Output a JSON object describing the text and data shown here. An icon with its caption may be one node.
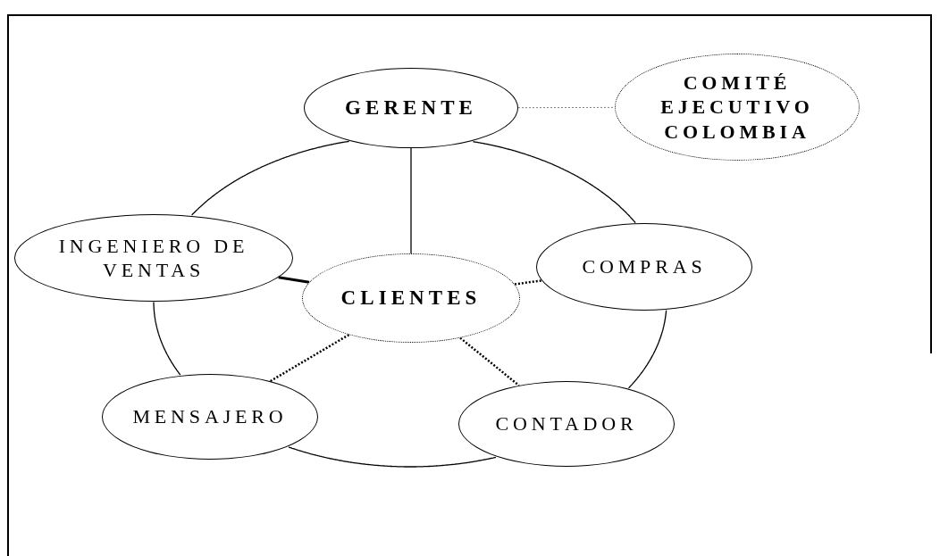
{
  "diagram": {
    "nodes": [
      {
        "text": [
          "GERENTE"
        ]
      },
      {
        "text": [
          "COMITÉ EJECUTIVO COLOMBIA"
        ]
      },
      {
        "text": [
          "INGENIERO DE VENTAS"
        ]
      },
      {
        "text": [
          "CLIENTES"
        ]
      },
      {
        "text": [
          "COMPRAS"
        ]
      },
      {
        "text": [
          "MENSAJERO"
        ]
      },
      {
        "text": [
          "CONTADOR"
        ]
      }
    ],
    "edges": [
      {
        "from": 0,
        "to": 1,
        "arrow": "none",
        "style": "dashed",
        "color": "#808080"
      },
      {
        "from": 0,
        "to": 3,
        "arrow": "none"
      },
      {
        "from": 2,
        "to": 3,
        "arrow": "none",
        "style": "thick"
      },
      {
        "from": 3,
        "to": 4,
        "arrow": "none",
        "style": "dashed"
      },
      {
        "from": 3,
        "to": 5,
        "arrow": "none",
        "style": "dashed"
      },
      {
        "from": 3,
        "to": 6,
        "arrow": "none",
        "style": "dashed"
      },
      {
        "from": 0,
        "to": 4,
        "arrow": "none"
      },
      {
        "from": 4,
        "to": 6,
        "arrow": "none"
      },
      {
        "from": 6,
        "to": 5,
        "arrow": "none"
      },
      {
        "from": 5,
        "to": 2,
        "arrow": "none"
      },
      {
        "from": 2,
        "to": 0,
        "arrow": "none"
      }
    ]
  }
}
